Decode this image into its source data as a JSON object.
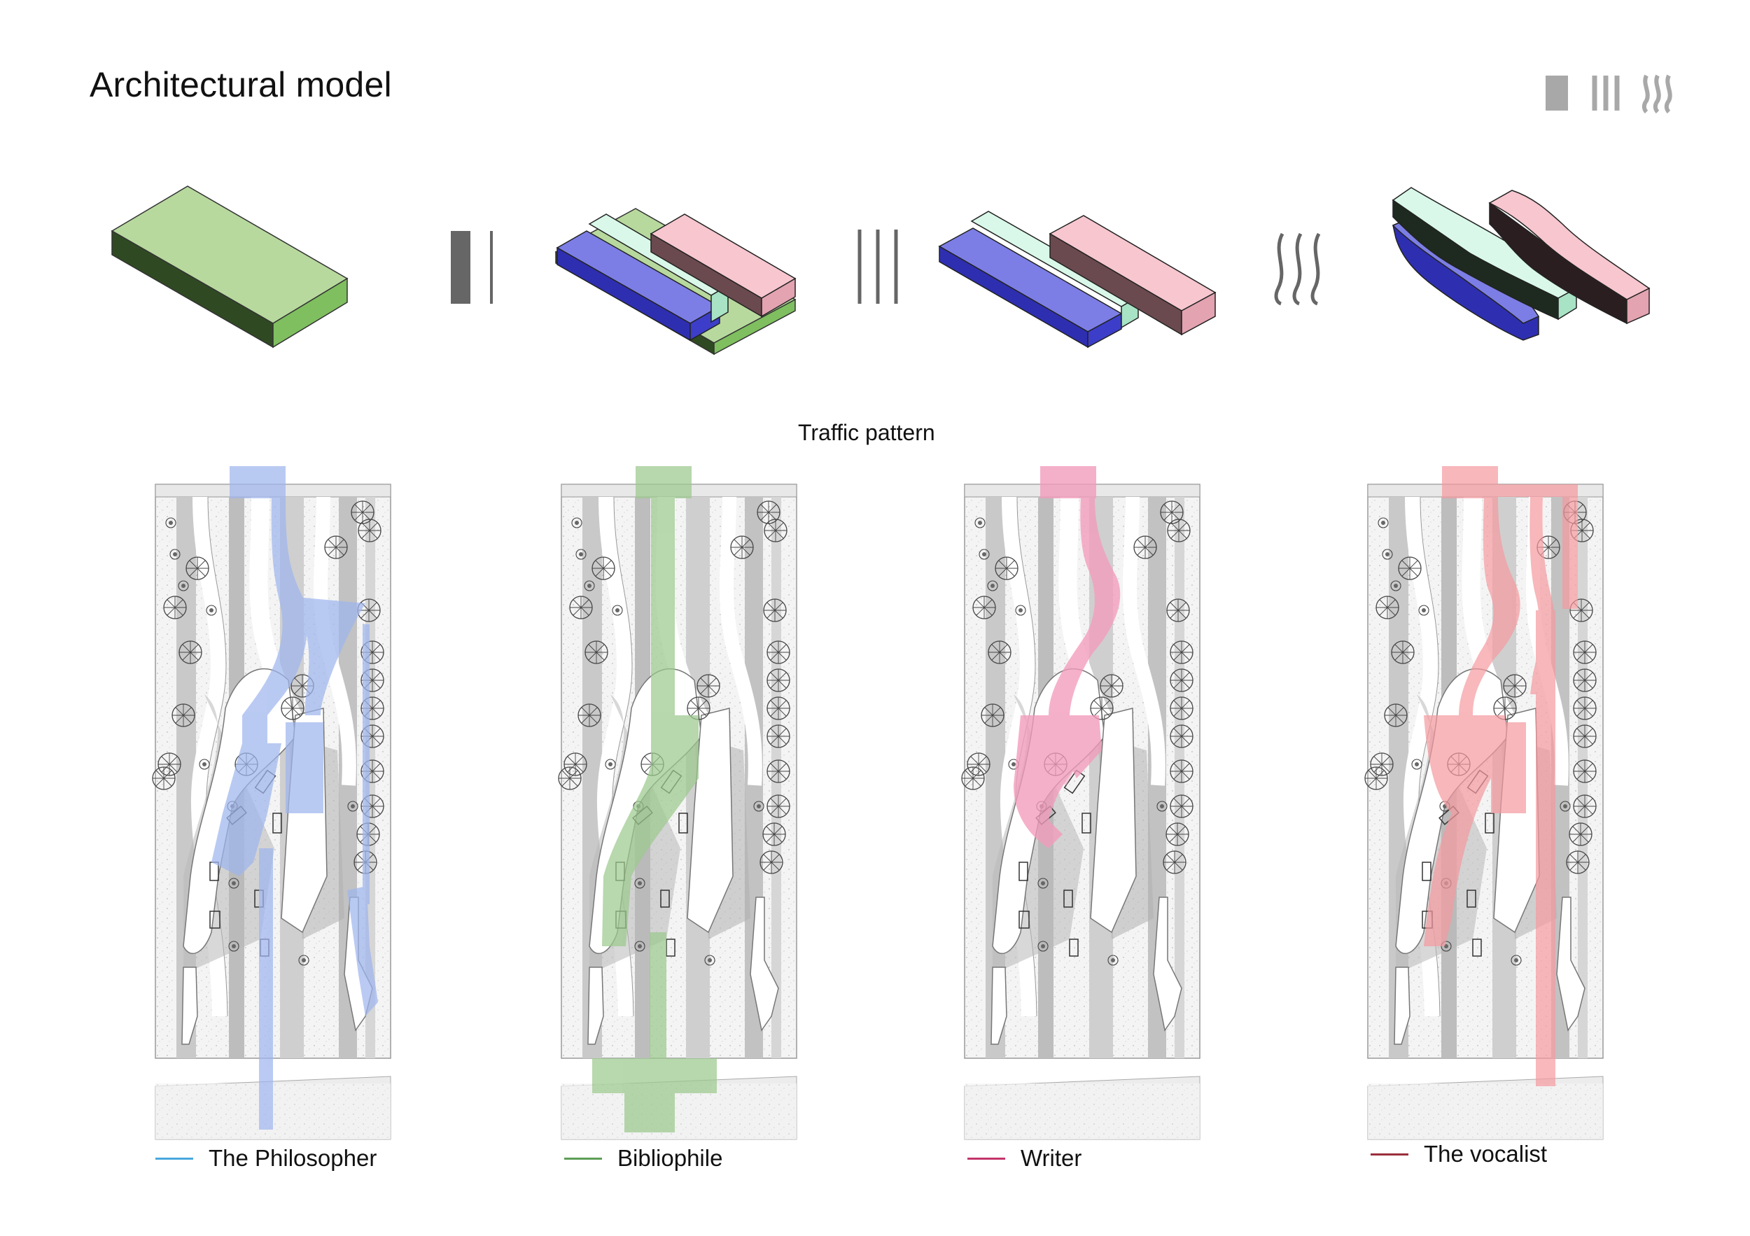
{
  "title": "Architectural model",
  "section_label": "Traffic pattern",
  "colors": {
    "mass_green": "#b8d99e",
    "mass_green_side": "#7fbf5f",
    "mass_green_dark": "#2f4a22",
    "blue_top": "#7c7ee6",
    "blue_side": "#2e2fb0",
    "mint_top": "#d9f8e9",
    "mint_side": "#a7e3c4",
    "pink_top": "#f7c6cf",
    "pink_side": "#e3a3b0",
    "pink_dark": "#3a2a2c",
    "philosopher": "#4aa8de",
    "bibliophile": "#5e9e57",
    "writer": "#c3356b",
    "vocalist": "#9b2e3c"
  },
  "top_icons": [
    "solid-bar-icon",
    "three-lines-icon",
    "three-waves-icon"
  ],
  "operator_icons": [
    "single-bar-operator-icon",
    "three-lines-operator-icon",
    "three-waves-operator-icon"
  ],
  "plans": [
    {
      "id": "philosopher",
      "label": "The Philosopher",
      "route_color": "#9fb6ee"
    },
    {
      "id": "bibliophile",
      "label": "Bibliophile",
      "route_color": "#9cc98e"
    },
    {
      "id": "writer",
      "label": "Writer",
      "route_color": "#f39bbb"
    },
    {
      "id": "vocalist",
      "label": "The vocalist",
      "route_color": "#f59a9f"
    }
  ]
}
